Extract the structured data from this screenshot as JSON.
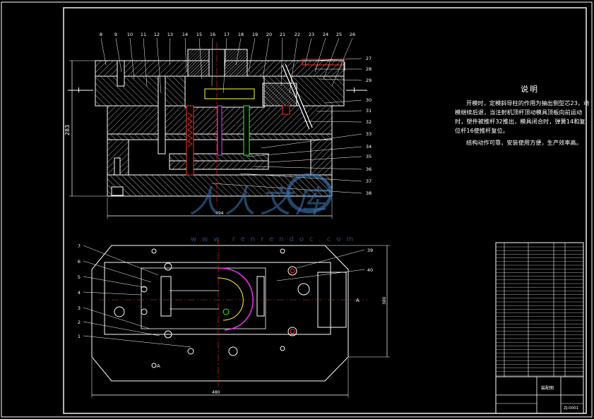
{
  "callouts_top": [
    "8",
    "9",
    "10",
    "11",
    "12",
    "13",
    "14",
    "15",
    "16",
    "17",
    "18",
    "19",
    "20",
    "21",
    "22",
    "23",
    "24",
    "25",
    "26"
  ],
  "callouts_right": [
    "27",
    "28",
    "29",
    "30",
    "31",
    "32",
    "33",
    "34",
    "35",
    "36",
    "37",
    "38"
  ],
  "callouts_left_plan": [
    "7",
    "6",
    "5",
    "4",
    "3",
    "2",
    "1"
  ],
  "callouts_right_plan": [
    "39",
    "40"
  ],
  "section_marks": {
    "left": "I",
    "right": "I"
  },
  "section_labels": {
    "a_right": "A",
    "a_bottom": "A"
  },
  "dimensions": {
    "height_elev": "283",
    "width_elev": "494",
    "width_plan": "480",
    "height_plan": "380"
  },
  "notes": {
    "title": "说明",
    "paragraphs": [
      "开模时，定模斜导柱的作用为抽出侧型芯23，动模继续后退，当注射机顶杆顶动模具顶板向前运动时，塑件被推杆32推出，模具闭合时，弹簧14和复位杆16使推杆复位。",
      "结构动作可靠，安装使用方便，生产效率高。"
    ]
  },
  "watermark": {
    "text": "人人文库",
    "url": "www.renrendoc.com"
  },
  "title_block": {
    "drawing_name": "装配图",
    "drawing_no": "ZJ-0001"
  },
  "colors": {
    "line": "#ffffff",
    "hatch": "#e0e0e0",
    "red": "#ff2a2a",
    "green": "#2aff2a",
    "yellow": "#ffff33",
    "magenta": "#ff33ff",
    "watermark": "#3c78b4"
  }
}
